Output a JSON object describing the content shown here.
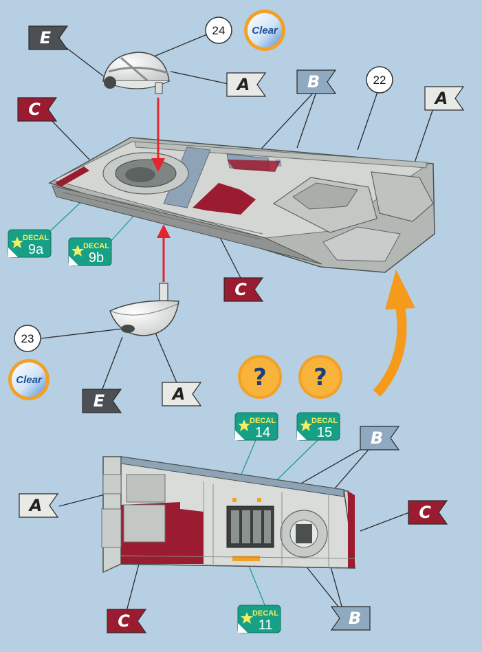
{
  "colors": {
    "background": "#b6cfe3",
    "flag_light": "#e9e9e6",
    "flag_blue": "#8fa9c0",
    "flag_red": "#9b1c30",
    "flag_dark": "#4c5055",
    "decal": "#18a086",
    "arrow_red": "#e3262d",
    "arrow_orange": "#f59a1b",
    "hull": "#cdd1ce",
    "accent_red": "#9b1c30"
  },
  "icons": {
    "decal": "decal-star-icon",
    "question": "question-mark-icon",
    "clear": "clear-part-icon"
  },
  "part_numbers": {
    "canopy_top": "24",
    "hull": "22",
    "canopy_bottom": "23"
  },
  "clear_badges": {
    "top": "Clear",
    "bottom": "Clear"
  },
  "decals": {
    "label": "DECAL",
    "d9a": "9a",
    "d9b": "9b",
    "d14": "14",
    "d15": "15",
    "d11": "11"
  },
  "question_mark": "?",
  "color_flags": {
    "e_top": "E",
    "a_top": "A",
    "b_top": "B",
    "a_right": "A",
    "c_left": "C",
    "c_mid": "C",
    "e_bottom": "E",
    "a_bottom": "A",
    "b_lower": "B",
    "a_lower": "A",
    "c_right_lower": "C",
    "c_bottom": "C",
    "b_bottom": "B"
  }
}
